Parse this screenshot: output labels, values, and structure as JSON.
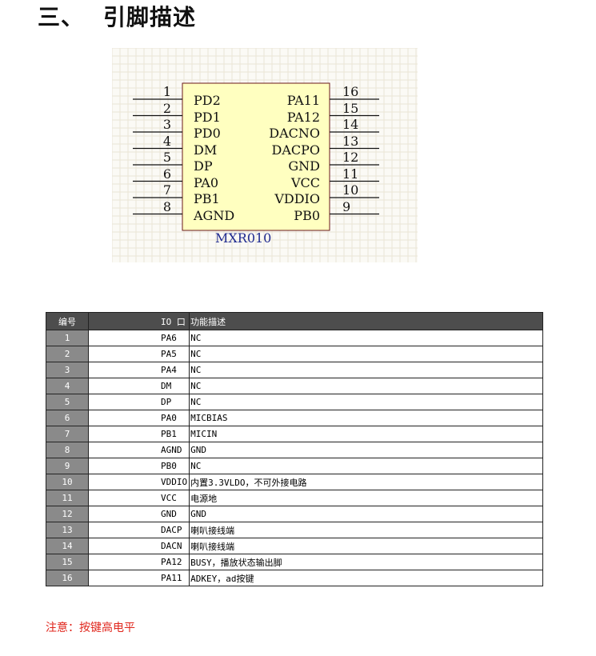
{
  "section": {
    "number": "三、",
    "title": "引脚描述"
  },
  "chip": {
    "name": "MXR010",
    "left_pins": [
      {
        "num": "1",
        "label": "PD2"
      },
      {
        "num": "2",
        "label": "PD1"
      },
      {
        "num": "3",
        "label": "PD0"
      },
      {
        "num": "4",
        "label": "DM"
      },
      {
        "num": "5",
        "label": "DP"
      },
      {
        "num": "6",
        "label": "PA0"
      },
      {
        "num": "7",
        "label": "PB1"
      },
      {
        "num": "8",
        "label": "AGND"
      }
    ],
    "right_pins": [
      {
        "num": "16",
        "label": "PA11"
      },
      {
        "num": "15",
        "label": "PA12"
      },
      {
        "num": "14",
        "label": "DACNO"
      },
      {
        "num": "13",
        "label": "DACPO"
      },
      {
        "num": "12",
        "label": "GND"
      },
      {
        "num": "11",
        "label": "VCC"
      },
      {
        "num": "10",
        "label": "VDDIO"
      },
      {
        "num": "9",
        "label": "PB0"
      }
    ],
    "colors": {
      "body_fill": "#ffffc0",
      "body_stroke": "#6b1a1a",
      "grid": "#e9e4d6",
      "name": "#1f2a8f"
    }
  },
  "table": {
    "headers": [
      "编号",
      "IO 口",
      "功能描述"
    ],
    "rows": [
      [
        "1",
        "PA6",
        "NC"
      ],
      [
        "2",
        "PA5",
        "NC"
      ],
      [
        "3",
        "PA4",
        "NC"
      ],
      [
        "4",
        "DM",
        "NC"
      ],
      [
        "5",
        "DP",
        "NC"
      ],
      [
        "6",
        "PA0",
        "MICBIAS"
      ],
      [
        "7",
        "PB1",
        "MICIN"
      ],
      [
        "8",
        "AGND",
        "GND"
      ],
      [
        "9",
        "PB0",
        "NC"
      ],
      [
        "10",
        "VDDIO",
        "内置3.3VLDO，不可外接电路"
      ],
      [
        "11",
        "VCC",
        "电源地"
      ],
      [
        "12",
        "GND",
        "GND"
      ],
      [
        "13",
        "DACP",
        "喇叭接线端"
      ],
      [
        "14",
        "DACN",
        "喇叭接线端"
      ],
      [
        "15",
        "PA12",
        "BUSY，播放状态输出脚"
      ],
      [
        "16",
        "PA11",
        "ADKEY，ad按键"
      ]
    ]
  },
  "note": "注意：按键高电平"
}
